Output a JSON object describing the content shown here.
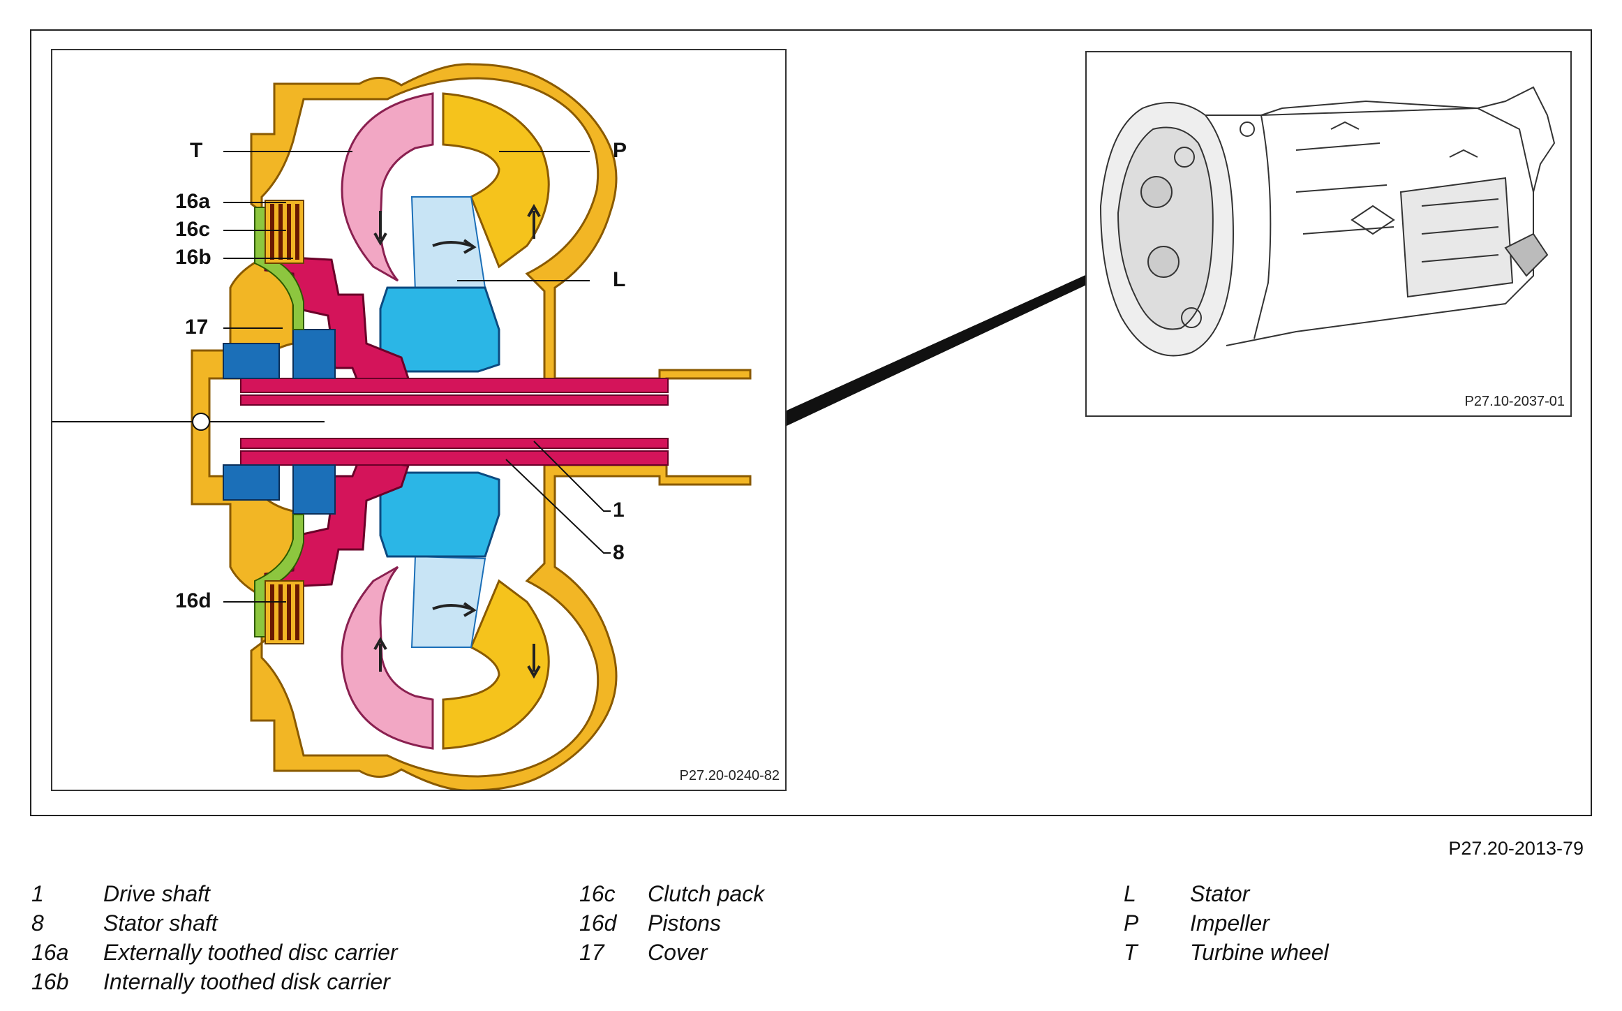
{
  "labels": {
    "T": "T",
    "P": "P",
    "L": "L",
    "l16a": "16a",
    "l16c": "16c",
    "l16b": "16b",
    "l17": "17",
    "l1": "1",
    "l8": "8",
    "l16d": "16d"
  },
  "main_ref": "P27.20-0240-82",
  "inset_ref": "P27.10-2037-01",
  "figure_ref": "P27.20-2013-79",
  "legend": {
    "col1": [
      {
        "num": "1",
        "text": "Drive shaft"
      },
      {
        "num": "8",
        "text": "Stator shaft"
      },
      {
        "num": "16a",
        "text": "Externally toothed disc carrier"
      },
      {
        "num": "16b",
        "text": "Internally toothed disk carrier"
      }
    ],
    "col2": [
      {
        "num": "16c",
        "text": "Clutch pack"
      },
      {
        "num": "16d",
        "text": "Pistons"
      },
      {
        "num": "17",
        "text": "Cover"
      }
    ],
    "col3": [
      {
        "num": "L",
        "text": "Stator"
      },
      {
        "num": "P",
        "text": "Impeller"
      },
      {
        "num": "T",
        "text": "Turbine wheel"
      }
    ]
  },
  "colors": {
    "housing": "#f2b625",
    "turbine": "#f2a7c4",
    "impeller": "#f5c31c",
    "stator": "#c8e4f5",
    "hub": "#2bb6e6",
    "shaft": "#d4145a",
    "piston": "#8dc63f",
    "bearing": "#1b6fb8"
  }
}
